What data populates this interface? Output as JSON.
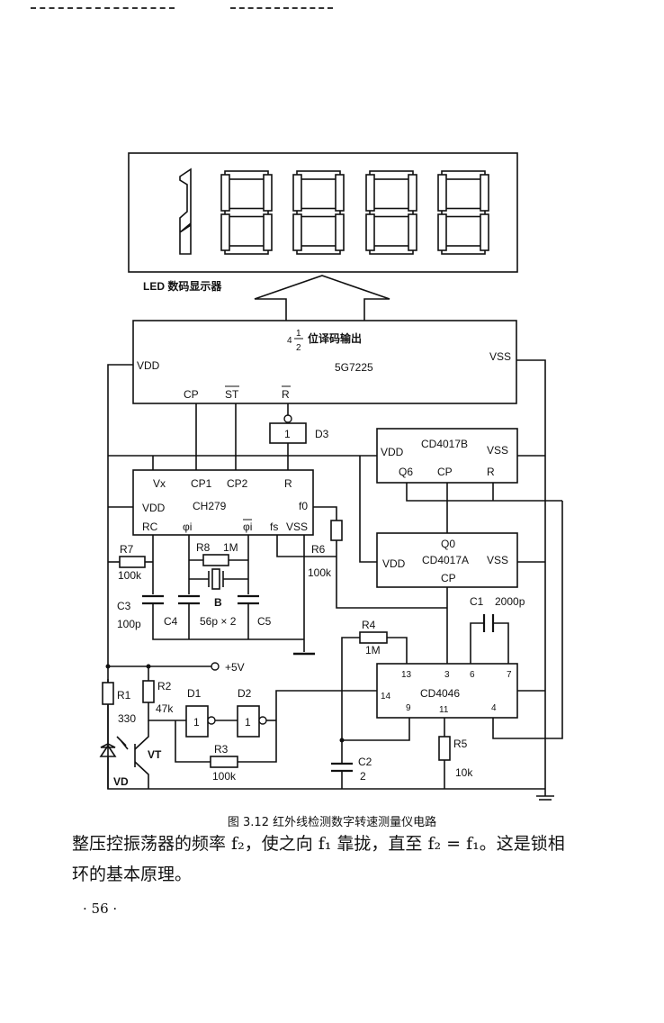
{
  "display": {
    "label": "LED 数码显示器"
  },
  "decoder": {
    "output_label": "位译码输出",
    "fraction_int": "4",
    "fraction_num": "1",
    "fraction_den": "2",
    "chip": "5G7225",
    "vdd": "VDD",
    "vss": "VSS",
    "cp": "CP",
    "st": "ST",
    "r": "R"
  },
  "ch279": {
    "chip": "CH279",
    "vx": "Vx",
    "cp1": "CP1",
    "cp2": "CP2",
    "r": "R",
    "vdd": "VDD",
    "f0": "f0",
    "rc": "RC",
    "phi_i": "φi",
    "phi_i_bar": "φi",
    "fs": "fs",
    "vss": "VSS"
  },
  "d3": {
    "label": "D3",
    "gate": "1"
  },
  "cd4017b": {
    "chip": "CD4017B",
    "vdd": "VDD",
    "vss": "VSS",
    "q6": "Q6",
    "cp": "CP",
    "r": "R"
  },
  "cd4017a": {
    "chip": "CD4017A",
    "q0": "Q0",
    "vdd": "VDD",
    "vss": "VSS",
    "cp": "CP"
  },
  "cd4046": {
    "chip": "CD4046",
    "pin13": "13",
    "pin3": "3",
    "pin6": "6",
    "pin7": "7",
    "pin14": "14",
    "pin9": "9",
    "pin11": "11",
    "pin4": "4"
  },
  "components": {
    "r7": "R7",
    "r7_val": "100k",
    "r8": "R8",
    "r8_val": "1M",
    "r6": "R6",
    "r6_val": "100k",
    "c3": "C3",
    "c3_val": "100p",
    "c4": "C4",
    "c45_val": "56p × 2",
    "c5": "C5",
    "crystal": "B",
    "c1": "C1",
    "c1_val": "2000p",
    "r4": "R4",
    "r4_val": "1M",
    "r1": "R1",
    "r1_val": "330",
    "r2": "R2",
    "r2_val": "47k",
    "d1": "D1",
    "d2": "D2",
    "gate1": "1",
    "gate2": "1",
    "r3": "R3",
    "r3_val": "100k",
    "c2": "C2",
    "c2_val": "2",
    "r5": "R5",
    "r5_val": "10k",
    "vt": "VT",
    "vd": "VD",
    "supply": "+5V"
  },
  "caption": "图 3.12   红外线检测数字转速测量仪电路",
  "body_text": {
    "line1": "整压控振荡器的频率 f₂，使之向 f₁ 靠拢，直至 f₂ = f₁。这是锁相",
    "line2": "环的基本原理。"
  },
  "page_number": "· 56 ·"
}
